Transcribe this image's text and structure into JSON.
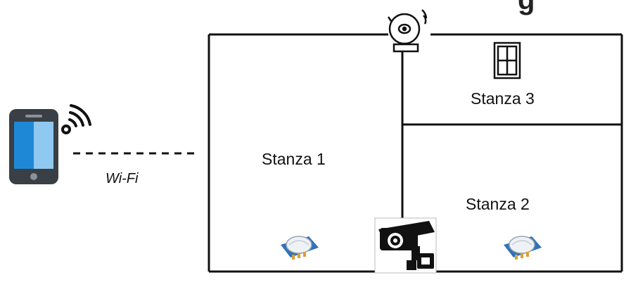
{
  "title_fragment": "g",
  "wifi": {
    "label": "Wi-Fi"
  },
  "rooms": [
    {
      "label": "Stanza 1"
    },
    {
      "label": "Stanza 2"
    },
    {
      "label": "Stanza 3"
    }
  ],
  "icons": {
    "phone": "smartphone-icon",
    "signal": "wifi-signal-icon",
    "alarm": "alarm-bell-icon",
    "window": "window-icon",
    "camera": "security-camera-icon",
    "sensor": "pir-motion-sensor-icon"
  },
  "colors": {
    "wall": "#111111",
    "phone_body": "#3a3f45",
    "phone_screen": "#1e88d6",
    "phone_screen_light": "#8fc8f0",
    "sensor_board": "#2f73b8",
    "sensor_dome": "#eef2f6",
    "sensor_pins": "#d9a033"
  }
}
